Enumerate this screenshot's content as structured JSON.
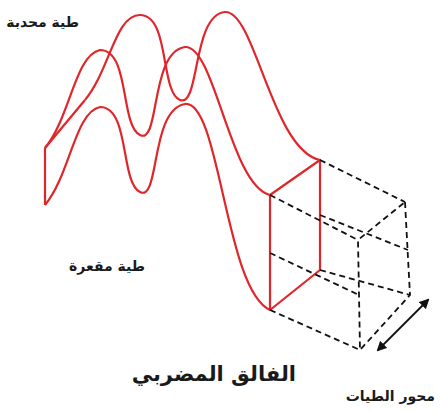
{
  "diagram": {
    "caption": "الفالق المضربي",
    "labels": [
      "طية محدبة",
      "طية مقعرة",
      "محور الطيات"
    ]
  }
}
